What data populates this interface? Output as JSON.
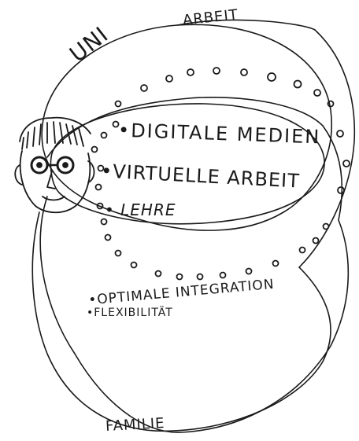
{
  "diagram": {
    "circles": {
      "arbeit": "ARBEIT",
      "uni": "UNI",
      "familie": "FAMILIE"
    },
    "overlap_items": {
      "digital_media": "•DIGITALE MEDIEN",
      "virtual_work": "•VIRTUELLE ARBEIT",
      "teaching": "• LEHRE"
    },
    "family_items": {
      "integration": "•OPTIMALE INTEGRATION",
      "flexibility": "•FLEXIBILITÄT"
    },
    "ink_color": "#1a1a1a",
    "icons": [
      "person-face-doodle-icon"
    ]
  }
}
